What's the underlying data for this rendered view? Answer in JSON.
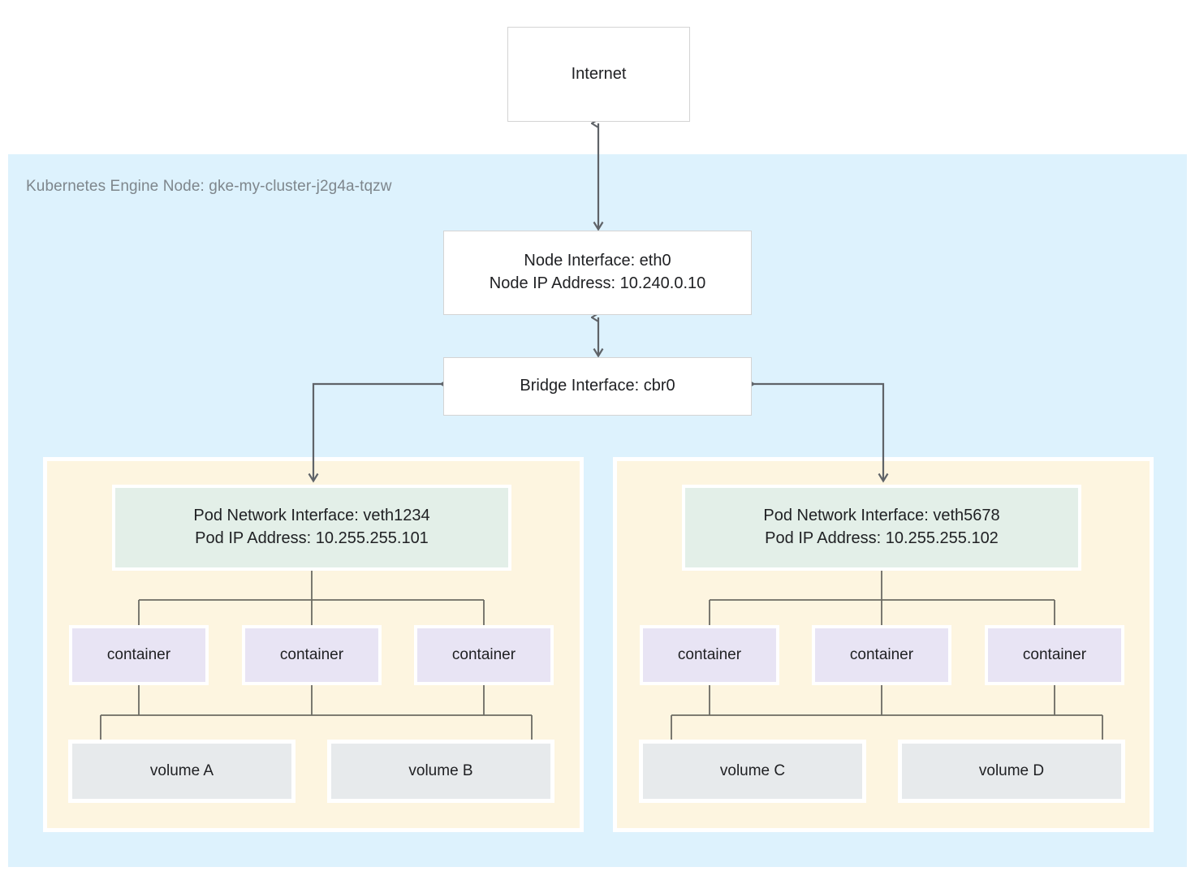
{
  "diagram": {
    "title_node": "Kubernetes Engine Node: gke-my-cluster-j2g4a-tqzw",
    "internet": "Internet",
    "node_interface": {
      "line1": "Node Interface: eth0",
      "line2": "Node IP Address: 10.240.0.10"
    },
    "bridge": "Bridge Interface: cbr0",
    "pods": [
      {
        "iface_line1": "Pod Network Interface: veth1234",
        "iface_line2": "Pod IP Address: 10.255.255.101",
        "containers": [
          "container",
          "container",
          "container"
        ],
        "volumes": [
          "volume A",
          "volume B"
        ]
      },
      {
        "iface_line1": "Pod Network Interface: veth5678",
        "iface_line2": "Pod IP Address: 10.255.255.102",
        "containers": [
          "container",
          "container",
          "container"
        ],
        "volumes": [
          "volume C",
          "volume D"
        ]
      }
    ]
  },
  "colors": {
    "node_background": "#ddf2fd",
    "pod_background": "#fdf5e0",
    "pod_interface": "#e3efe8",
    "container": "#e8e4f4",
    "volume": "#e7eaec",
    "connector": "#5f6368",
    "label_text": "#7e868c",
    "body_text": "#202124"
  }
}
